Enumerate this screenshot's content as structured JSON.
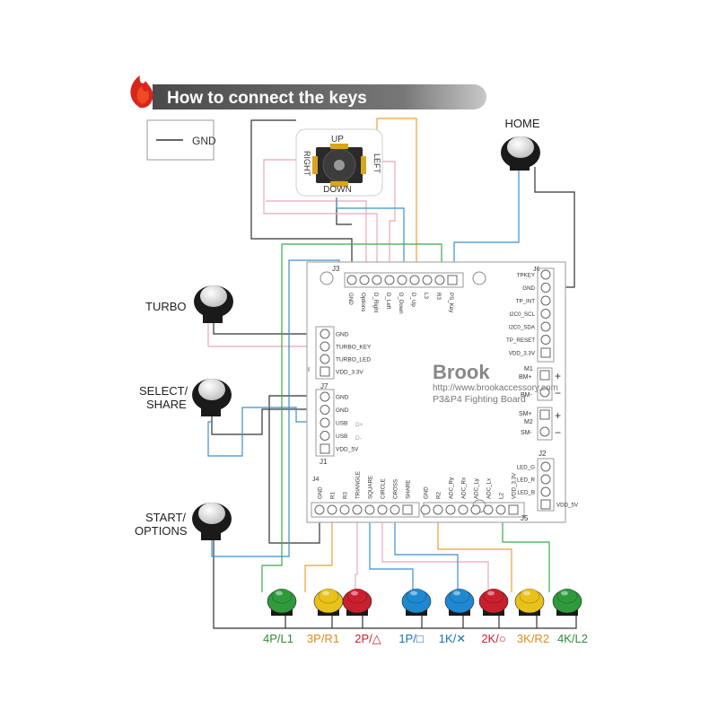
{
  "header": {
    "title": "How to connect the keys"
  },
  "legend": {
    "gnd_label": "GND"
  },
  "joystick": {
    "up": "UP",
    "down": "DOWN",
    "left": "LEFT",
    "right": "RIGHT"
  },
  "home": {
    "label": "HOME"
  },
  "side_buttons": {
    "turbo": "TURBO",
    "select_1": "SELECT/",
    "select_2": "SHARE",
    "start_1": "START/",
    "start_2": "OPTIONS"
  },
  "board": {
    "brand": "Brook",
    "url": "http://www.brookaccessory.com",
    "model": "P3&P4 Fighting Board",
    "j3_label": "J3",
    "j3_pins": [
      "GND",
      "Options",
      "D_Right",
      "D_Left",
      "D_Down",
      "D_Up",
      "L3",
      "R3",
      "PS_Key"
    ],
    "j6_label": "J6",
    "j6_pins": [
      "TPKEY",
      "GND",
      "TP_INT",
      "I2C0_SCL",
      "I2C0_SDA",
      "TP_RESET",
      "VDD_3.3V"
    ],
    "left_pins": [
      "GND",
      "TURBO_KEY",
      "TURBO_LED",
      "VDD_3.3V"
    ],
    "left_id": "I",
    "j7_label": "J7",
    "j1_label": "J1",
    "j7_pins": [
      "GND",
      "GND",
      "USB",
      "USB",
      "VDD_5V"
    ],
    "usb_dp": "D+",
    "usb_dm": "D-",
    "m1_label": "M1",
    "bm_plus": "BM+",
    "bm_minus": "BM-",
    "sm_plus": "SM+",
    "m2_label": "M2",
    "sm_minus": "SM-",
    "plus": "+",
    "minus": "−",
    "j2_label": "J2",
    "j2_pins": [
      "LED_G",
      "LED_R",
      "LED_B",
      "VDD_5V"
    ],
    "j4_label": "J4",
    "j5_label": "J5",
    "bottom_pins": [
      "GND",
      "R1",
      "R3",
      "TRIANGLE",
      "SQUARE",
      "CIRCLE",
      "CROSS",
      "SHARE",
      "GND",
      "R2",
      "ADC_Ry",
      "ADC_Rx",
      "ADC_Ly",
      "ADC_Lx",
      "L2",
      "VDD_3.3V"
    ]
  },
  "action_buttons": [
    {
      "label": "4P/L1",
      "color": "#2e9a3c",
      "text_color": "#2e8b3a"
    },
    {
      "label": "3P/R1",
      "color": "#e8c21a",
      "text_color": "#e08a1c"
    },
    {
      "label": "2P/△",
      "color": "#c8202e",
      "text_color": "#c8202e"
    },
    {
      "label": "1P/□",
      "color": "#1e88d0",
      "text_color": "#1e6fb8"
    },
    {
      "label": "1K/✕",
      "color": "#1e88d0",
      "text_color": "#1e6fb8"
    },
    {
      "label": "2K/○",
      "color": "#c8202e",
      "text_color": "#c8202e"
    },
    {
      "label": "3K/R2",
      "color": "#e8c21a",
      "text_color": "#e08a1c"
    },
    {
      "label": "4K/L2",
      "color": "#2e9a3c",
      "text_color": "#2e8b3a"
    }
  ],
  "colors": {
    "gnd_wire": "#333333",
    "orange_wire": "#f0a030",
    "blue_wire": "#3a8fd0",
    "pink_wire": "#e8a8c0",
    "green_wire": "#3aaa50",
    "header_bar": "#666666"
  }
}
